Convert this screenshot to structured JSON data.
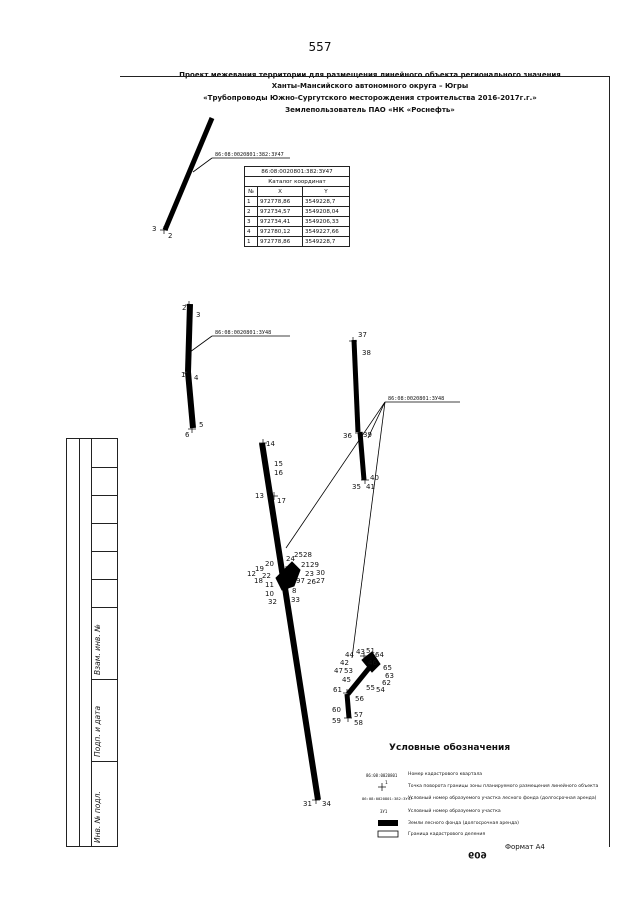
{
  "page": {
    "number": "557",
    "sheet_format": "Формат А4"
  },
  "header": {
    "lines": [
      "Проект межевания территории для размещения линейного объекта регионального значения",
      "Ханты-Мансийского автономного округа – Югры",
      "«Трубопроводы Южно-Сургутского месторождения строительства 2016-2017г.г.»",
      "Землепользователь ПАО «НК «Роснефть»"
    ]
  },
  "parcels": [
    {
      "id": "86:08:0020801:382:ЗУ47"
    },
    {
      "id": "86:08:0020801:3У48"
    },
    {
      "id": "86:08:0020801:3У48"
    }
  ],
  "catalog": {
    "parcel": "86:08:0020801:382:ЗУ47",
    "title": "Каталог координат",
    "columns": [
      "№",
      "X",
      "Y"
    ],
    "rows": [
      [
        "1",
        "972778,86",
        "3549228,7"
      ],
      [
        "2",
        "972734,57",
        "3549208,04"
      ],
      [
        "3",
        "972734,41",
        "3549206,33"
      ],
      [
        "4",
        "972780,12",
        "3549227,66"
      ],
      [
        "1",
        "972778,86",
        "3549228,7"
      ]
    ]
  },
  "points": [
    {
      "n": "3"
    },
    {
      "n": "2"
    },
    {
      "n": "2"
    },
    {
      "n": "3"
    },
    {
      "n": "4"
    },
    {
      "n": "1"
    },
    {
      "n": "6"
    },
    {
      "n": "5"
    },
    {
      "n": "37"
    },
    {
      "n": "38"
    },
    {
      "n": "36"
    },
    {
      "n": "39"
    },
    {
      "n": "40"
    },
    {
      "n": "35"
    },
    {
      "n": "41"
    },
    {
      "n": "14"
    },
    {
      "n": "15"
    },
    {
      "n": "16"
    },
    {
      "n": "13"
    },
    {
      "n": "17"
    },
    {
      "n": "24"
    },
    {
      "n": "25"
    },
    {
      "n": "28"
    },
    {
      "n": "20"
    },
    {
      "n": "21"
    },
    {
      "n": "29"
    },
    {
      "n": "12"
    },
    {
      "n": "19"
    },
    {
      "n": "22"
    },
    {
      "n": "23"
    },
    {
      "n": "30"
    },
    {
      "n": "18"
    },
    {
      "n": "97"
    },
    {
      "n": "26"
    },
    {
      "n": "27"
    },
    {
      "n": "11"
    },
    {
      "n": "10"
    },
    {
      "n": "8"
    },
    {
      "n": "32"
    },
    {
      "n": "33"
    },
    {
      "n": "44"
    },
    {
      "n": "43"
    },
    {
      "n": "51"
    },
    {
      "n": "64"
    },
    {
      "n": "42"
    },
    {
      "n": "46"
    },
    {
      "n": "47"
    },
    {
      "n": "53"
    },
    {
      "n": "65"
    },
    {
      "n": "63"
    },
    {
      "n": "45"
    },
    {
      "n": "62"
    },
    {
      "n": "55"
    },
    {
      "n": "54"
    },
    {
      "n": "61"
    },
    {
      "n": "56"
    },
    {
      "n": "60"
    },
    {
      "n": "57"
    },
    {
      "n": "59"
    },
    {
      "n": "58"
    },
    {
      "n": "31"
    },
    {
      "n": "34"
    }
  ],
  "legend": {
    "title": "Условные обозначения",
    "items": [
      {
        "sample": "86:08:0020801",
        "text": "Номер кадастрового квартала"
      },
      {
        "sample": "1",
        "text": "Точка поворота границы зоны планируемого размещения линейного объекта"
      },
      {
        "sample": "86:08:0020801:382:ЗУ47",
        "text": "Условный номер образуемого участка лесного фонда (долгосрочная аренда)"
      },
      {
        "sample": "ЗУ1",
        "text": "Условный номер образуемого участка"
      },
      {
        "sample": "",
        "text": "Земли лесного фонда (долгосрочная аренда)"
      },
      {
        "sample": "",
        "text": "Граница кадастрового деления"
      }
    ]
  },
  "stamp": {
    "labels": [
      "Инв. № подл.",
      "Подп. и дата",
      "Взам. инв. №"
    ]
  },
  "footer": {
    "bottom_mark": "609"
  }
}
